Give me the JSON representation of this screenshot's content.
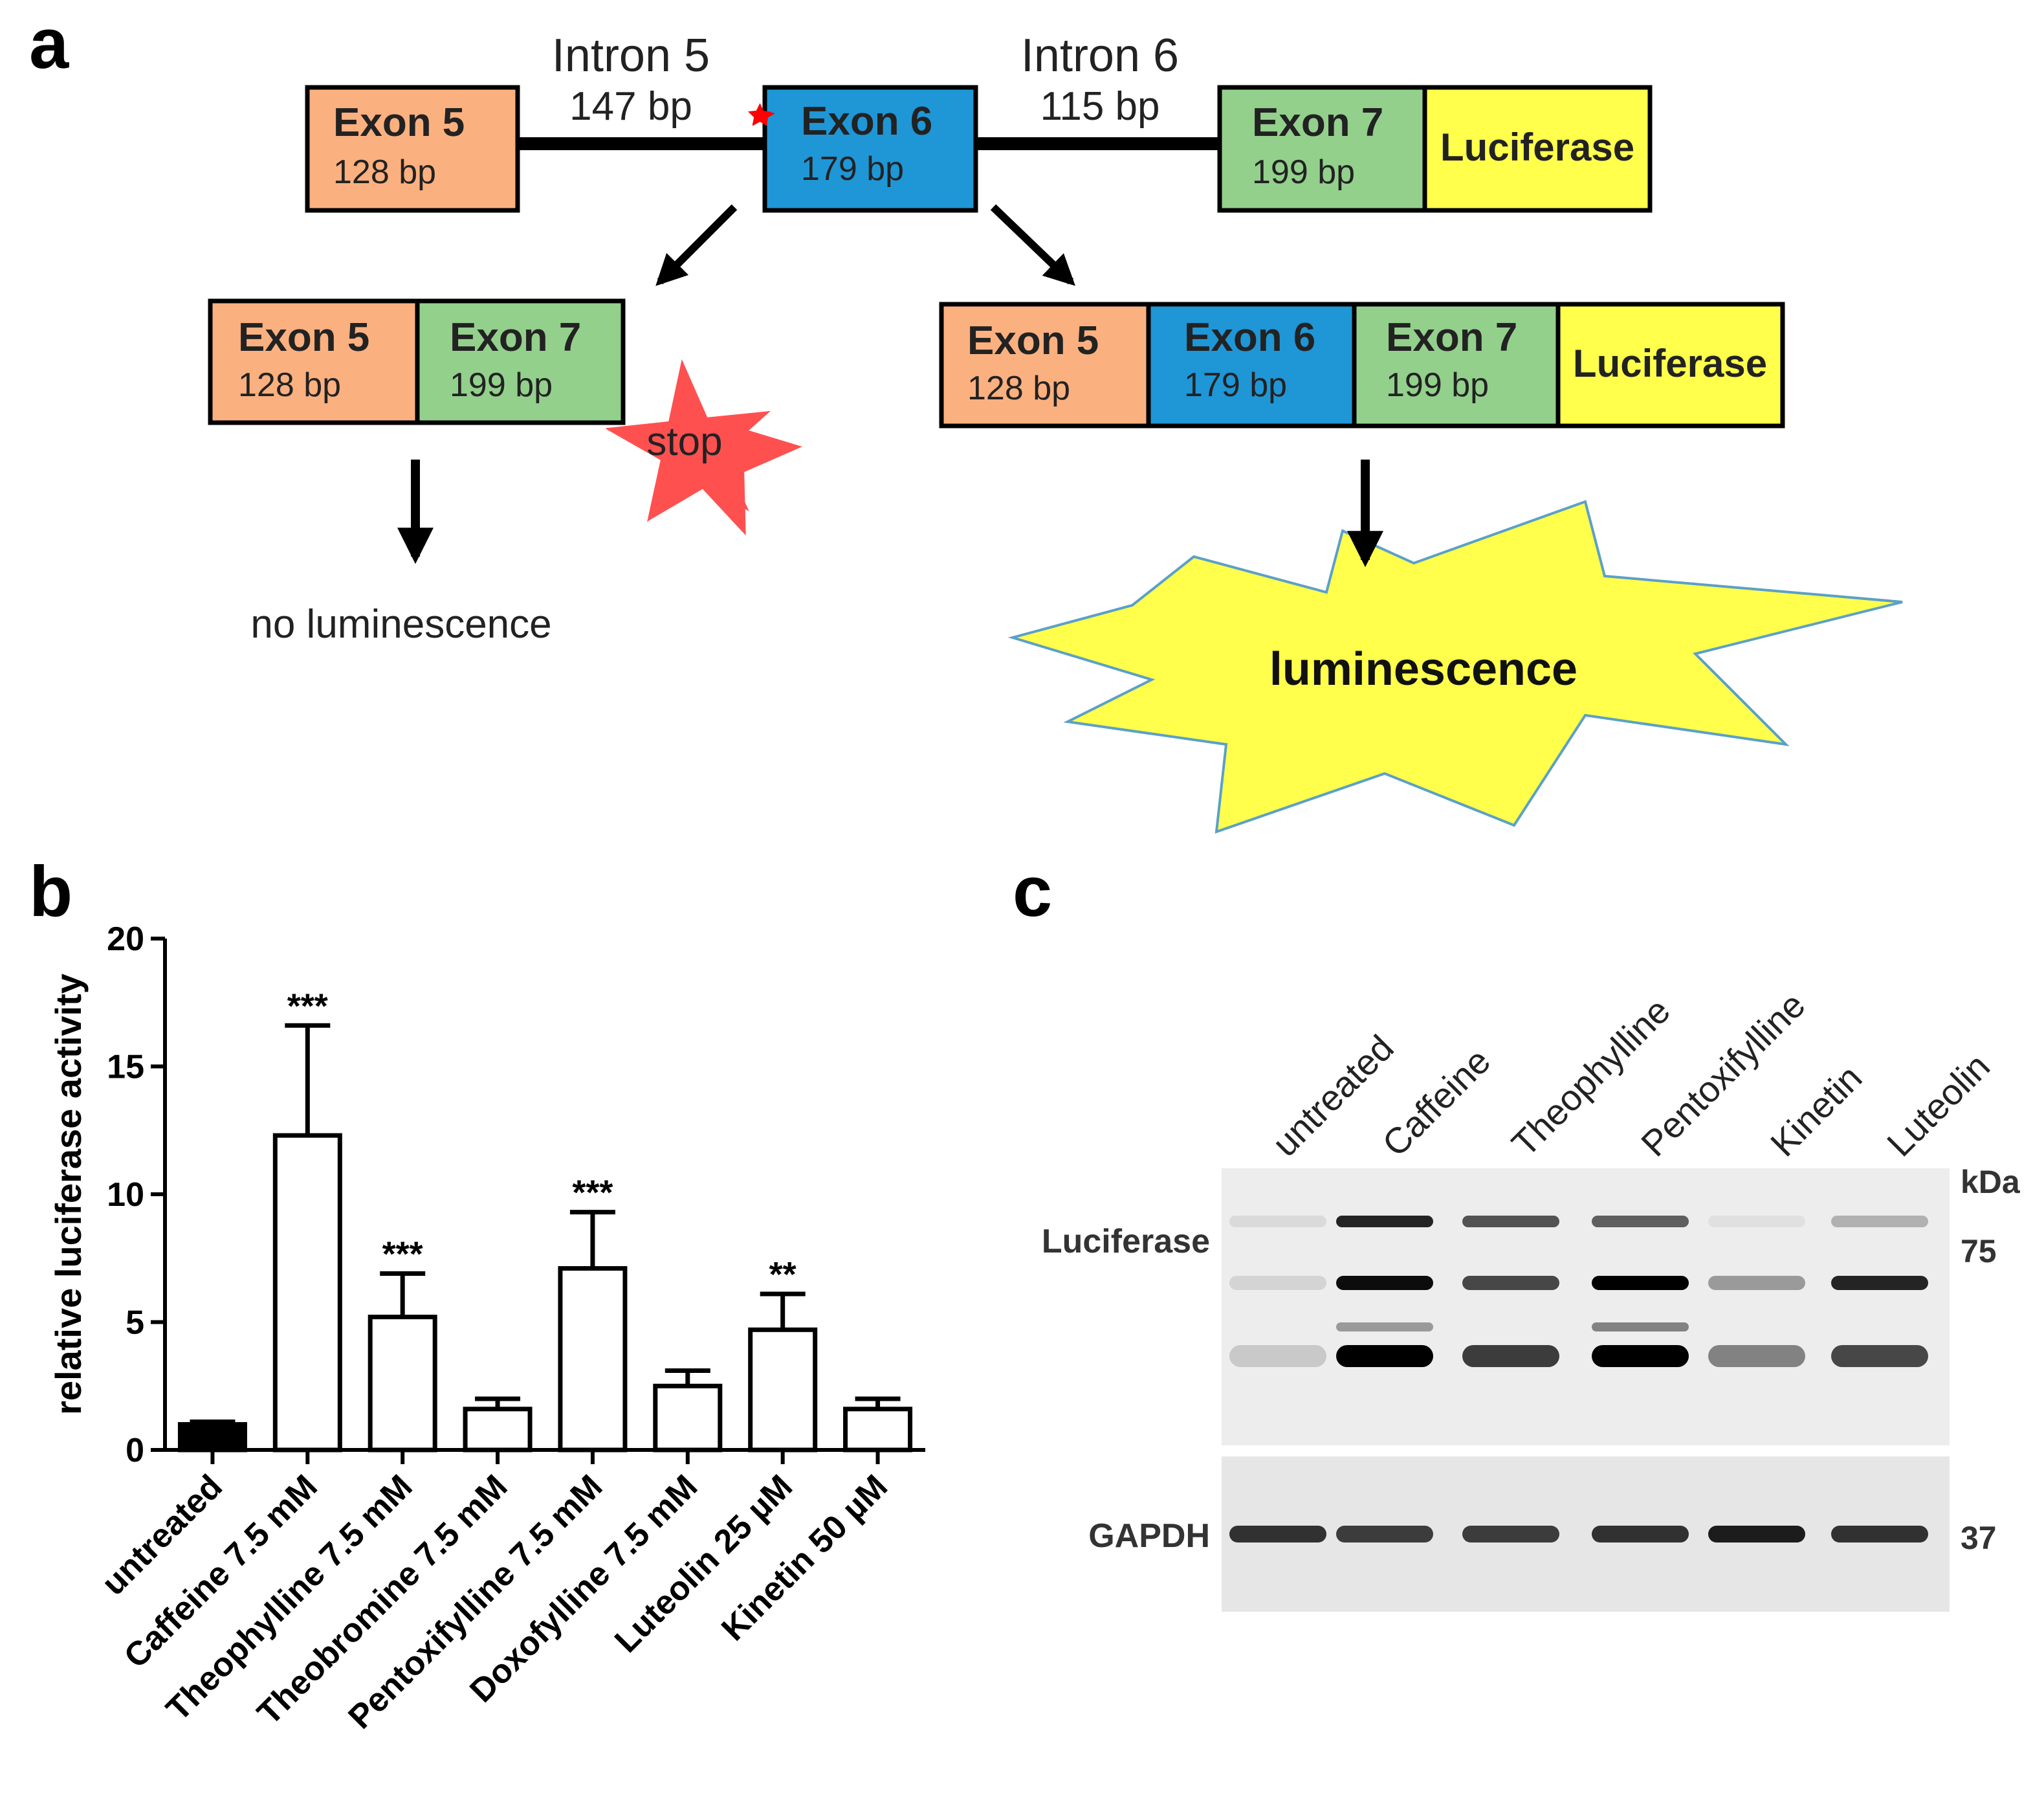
{
  "panel_a": {
    "label": "a",
    "intron5": {
      "name": "Intron 5",
      "size": "147 bp"
    },
    "intron6": {
      "name": "Intron 6",
      "size": "115 bp"
    },
    "exon5": {
      "name": "Exon 5",
      "size": "128 bp"
    },
    "exon6": {
      "name": "Exon 6",
      "size": "179 bp"
    },
    "exon7": {
      "name": "Exon 7",
      "size": "199 bp"
    },
    "luciferase": "Luciferase",
    "stop": "stop",
    "no_luminescence": "no luminescence",
    "luminescence": "luminescence",
    "colors": {
      "exon5": "#FBB07F",
      "exon6": "#1F96D6",
      "exon7": "#93D08C",
      "luciferase": "#FFFF4C",
      "stop_burst": "#FF5050",
      "mutation_burst": "#FF0000",
      "lum_burst": "#FFFF4C"
    }
  },
  "panel_b": {
    "label": "b",
    "chart_data": {
      "type": "bar",
      "ylabel": "relative luciferase activity",
      "ylim": [
        0,
        20
      ],
      "yticks": [
        "0",
        "5",
        "10",
        "15",
        "20"
      ],
      "categories": [
        "untreated",
        "Caffeine 7.5 mM",
        "Theophylline 7.5 mM",
        "Theobromine 7.5 mM",
        "Pentoxifylline 7.5 mM",
        "Doxofylline 7.5 mM",
        "Luteolin 25 µM",
        "Kinetin 50 µM"
      ],
      "values": [
        1.0,
        12.3,
        5.2,
        1.6,
        7.1,
        2.5,
        4.7,
        1.6
      ],
      "errors": [
        0.1,
        4.3,
        1.7,
        0.4,
        2.2,
        0.6,
        1.4,
        0.4
      ],
      "significance": [
        "",
        "***",
        "***",
        "",
        "***",
        "",
        "**",
        ""
      ],
      "bar_fill": [
        "#000000",
        "#ffffff",
        "#ffffff",
        "#ffffff",
        "#ffffff",
        "#ffffff",
        "#ffffff",
        "#ffffff"
      ]
    }
  },
  "panel_c": {
    "label": "c",
    "lanes": [
      "untreated",
      "Caffeine",
      "Theophylline",
      "Pentoxifylline",
      "Kinetin",
      "Luteolin"
    ],
    "row_luciferase": "Luciferase",
    "row_gapdh": "GAPDH",
    "kda_header": "kDa",
    "kda_75": "75",
    "kda_37": "37",
    "band_intensity": {
      "upper": [
        0.08,
        0.85,
        0.65,
        0.6,
        0.05,
        0.25
      ],
      "middle": [
        0.1,
        0.95,
        0.7,
        1.0,
        0.35,
        0.85
      ],
      "lower_faint": [
        0.0,
        0.35,
        0.0,
        0.45,
        0.0,
        0.0
      ],
      "lower": [
        0.15,
        1.0,
        0.75,
        1.0,
        0.45,
        0.7
      ],
      "gapdh": [
        0.85,
        0.8,
        0.8,
        0.85,
        0.95,
        0.85
      ]
    }
  }
}
